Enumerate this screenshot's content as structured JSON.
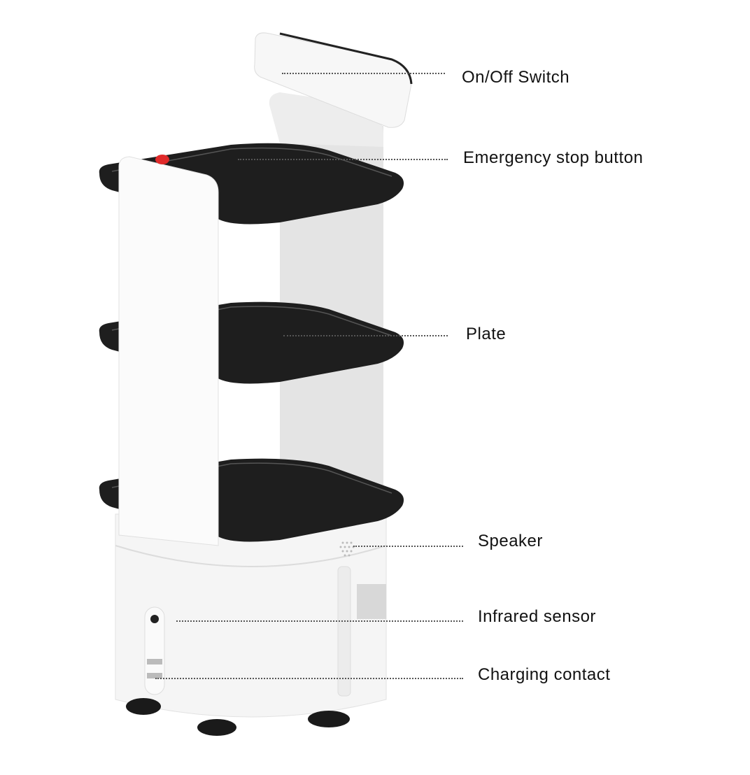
{
  "labels": {
    "on_off_switch": "On/Off Switch",
    "emergency_stop": "Emergency stop button",
    "plate": "Plate",
    "speaker": "Speaker",
    "infrared_sensor": "Infrared sensor",
    "charging_contact": "Charging contact"
  },
  "colors": {
    "tray": "#1e1e1e",
    "body": "#f4f4f4",
    "stop_button": "#e02a2a",
    "text": "#111111"
  }
}
